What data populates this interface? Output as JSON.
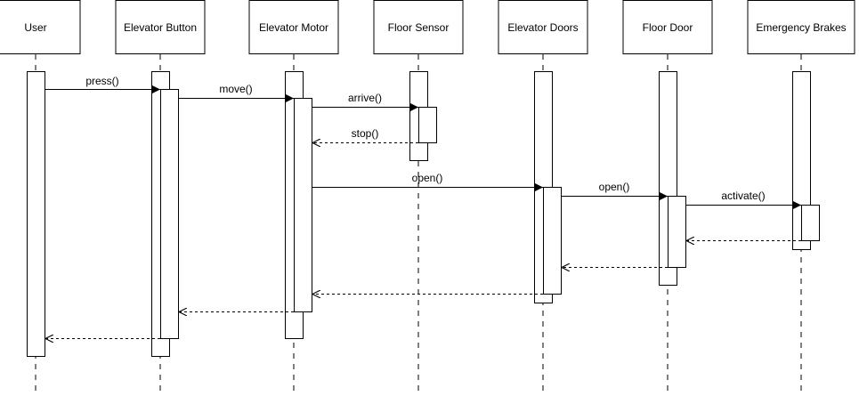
{
  "diagram": {
    "type": "sequence",
    "participants": [
      {
        "id": "user",
        "label": "User"
      },
      {
        "id": "elevator-button",
        "label": "Elevator Button"
      },
      {
        "id": "elevator-motor",
        "label": "Elevator Motor"
      },
      {
        "id": "floor-sensor",
        "label": "Floor Sensor"
      },
      {
        "id": "elevator-doors",
        "label": "Elevator Doors"
      },
      {
        "id": "floor-door",
        "label": "Floor Door"
      },
      {
        "id": "emergency-brakes",
        "label": "Emergency Brakes"
      }
    ],
    "messages": [
      {
        "from": "user",
        "to": "elevator-button",
        "label": "press()",
        "kind": "sync"
      },
      {
        "from": "elevator-button",
        "to": "elevator-motor",
        "label": "move()",
        "kind": "sync"
      },
      {
        "from": "elevator-motor",
        "to": "floor-sensor",
        "label": "arrive()",
        "kind": "sync"
      },
      {
        "from": "floor-sensor",
        "to": "elevator-motor",
        "label": "stop()",
        "kind": "return"
      },
      {
        "from": "elevator-motor",
        "to": "elevator-doors",
        "label": "open()",
        "kind": "sync"
      },
      {
        "from": "elevator-doors",
        "to": "floor-door",
        "label": "open()",
        "kind": "sync"
      },
      {
        "from": "floor-door",
        "to": "emergency-brakes",
        "label": "activate()",
        "kind": "sync"
      },
      {
        "from": "emergency-brakes",
        "to": "floor-door",
        "label": "",
        "kind": "return"
      },
      {
        "from": "floor-door",
        "to": "elevator-doors",
        "label": "",
        "kind": "return"
      },
      {
        "from": "elevator-doors",
        "to": "elevator-motor",
        "label": "",
        "kind": "return"
      },
      {
        "from": "elevator-motor",
        "to": "elevator-button",
        "label": "",
        "kind": "return"
      },
      {
        "from": "elevator-button",
        "to": "user",
        "label": "",
        "kind": "return"
      }
    ]
  }
}
